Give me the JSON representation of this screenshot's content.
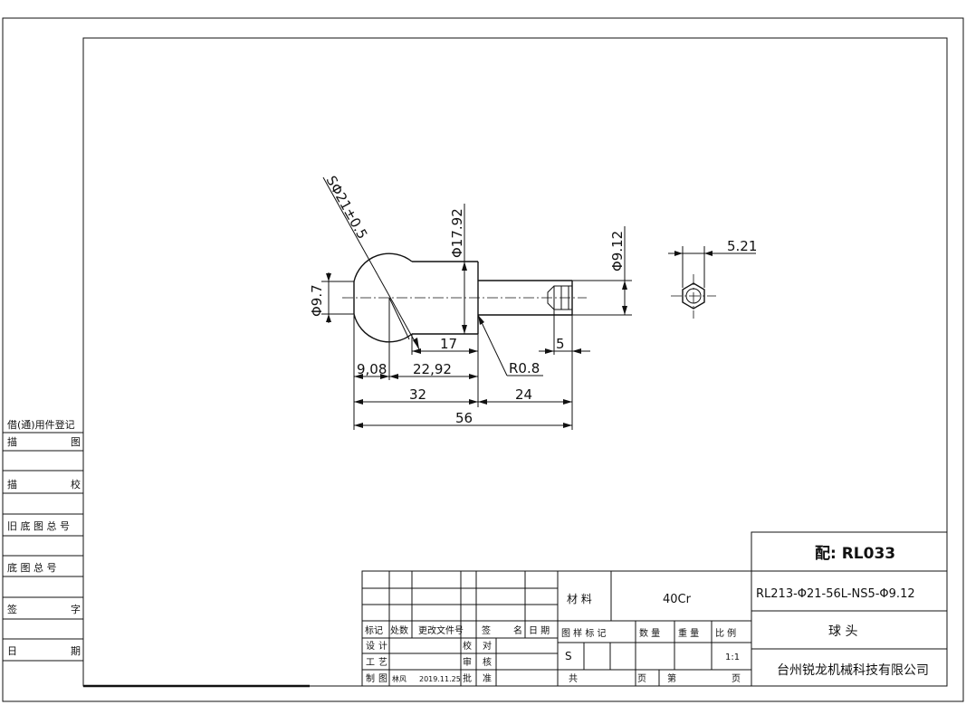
{
  "dimensions": {
    "sphere_dia": "SΦ21±0.5",
    "shoulder_dia": "Φ17.92",
    "left_dia": "Φ9.7",
    "shank_dia": "Φ9.12",
    "hex_size": "5.21",
    "length_17": "17",
    "length_5": "5",
    "length_908": "9,08",
    "length_2292": "22,92",
    "radius": "R0.8",
    "length_32": "32",
    "length_24": "24",
    "length_56": "56"
  },
  "left_column": {
    "register": "借(通)用件登记",
    "trace_label": "描",
    "trace_label_2": "图",
    "check_label": "描",
    "check_label_2": "校",
    "old_base": "旧 底 图 总 号",
    "base": "底  图  总  号",
    "sign_1": "签",
    "sign_2": "字",
    "date_1": "日",
    "date_2": "期"
  },
  "title_block": {
    "match": "配: RL033",
    "material_label": "材  料",
    "material_value": "40Cr",
    "part_code": "RL213-Φ21-56L-NS5-Φ9.12",
    "part_name": "球 头",
    "company": "台州锐龙机械科技有限公司",
    "mark_label": "标记",
    "count_label": "处数",
    "change_doc": "更改文件号",
    "sign": "签",
    "name": "名",
    "date": "日 期",
    "design_1": "设",
    "design_2": "计",
    "proofread_1": "校",
    "proofread_2": "对",
    "process_1": "工",
    "process_2": "艺",
    "review_1": "审",
    "review_2": "核",
    "drawn_1": "制",
    "drawn_2": "图",
    "drawn_by": "林风",
    "drawn_date": "2019.11.25",
    "approve_1": "批",
    "approve_2": "准",
    "drawing_mark": "图  样  标  记",
    "quantity": "数  量",
    "weight": "重  量",
    "scale_label": "比  例",
    "mark_value": "S",
    "scale_value": "1:1",
    "total": "共",
    "page_1": "页",
    "nth": "第",
    "page_2": "页"
  }
}
